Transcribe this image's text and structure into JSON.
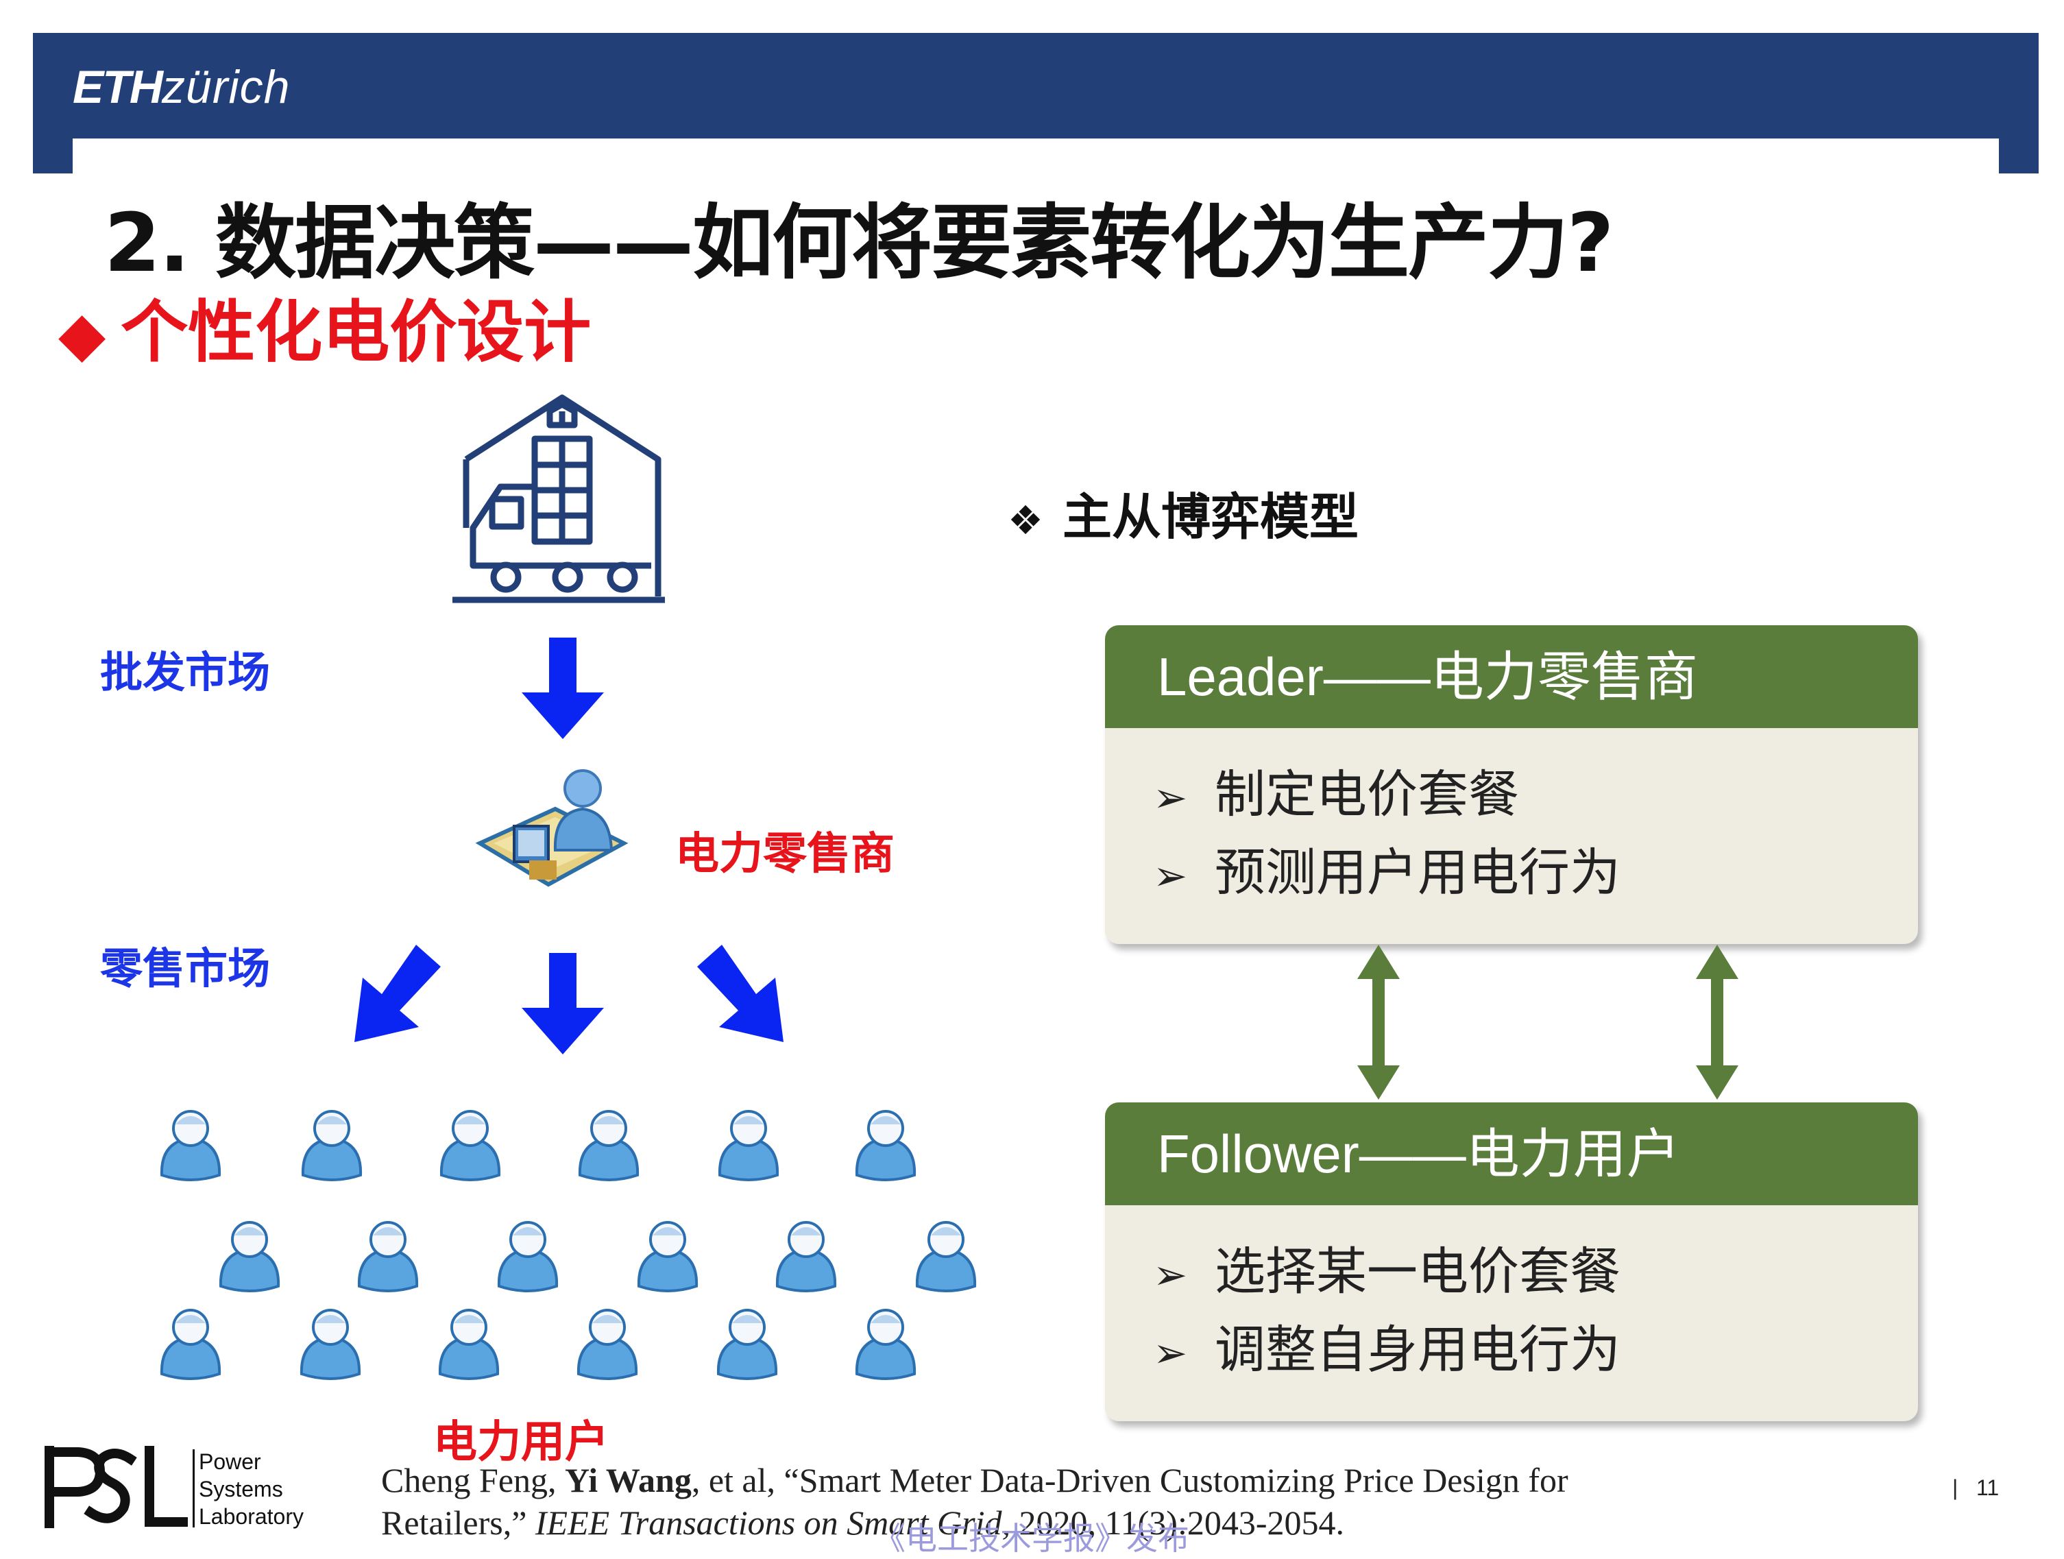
{
  "header": {
    "logo_bold": "ETH",
    "logo_light": "zürich",
    "band_color": "#223f78"
  },
  "slide": {
    "title": "2. 数据决策——如何将要素转化为生产力?",
    "subtitle_marker": "◆",
    "subtitle": "个性化电价设计"
  },
  "diagram": {
    "wholesale_label": "批发市场",
    "retail_market_label": "零售市场",
    "retailer_label": "电力零售商",
    "users_label": "电力用户",
    "arrow_color": "#0a24f2",
    "icons": [
      "warehouse-truck-icon",
      "retailer-desk-icon",
      "user-person-icon"
    ]
  },
  "model": {
    "marker": "❖",
    "title": "主从博弈模型",
    "leader": {
      "header": "Leader——电力零售商",
      "items": [
        "制定电价套餐",
        "预测用户用电行为"
      ]
    },
    "follower": {
      "header": "Follower——电力用户",
      "items": [
        "选择某一电价套餐",
        "调整自身用电行为"
      ]
    },
    "bullet_marker": "➢",
    "accent_color": "#5a7d3c"
  },
  "footer": {
    "lab_logo": "PSL",
    "lab_lines": [
      "Power",
      "Systems",
      "Laboratory"
    ],
    "cite_authors_pre": "Cheng Feng, ",
    "cite_author_bold": "Yi Wang",
    "cite_line1_post": ", et al, “Smart Meter Data-Driven Customizing Price Design for",
    "cite_line2_pre": "Retailers,” ",
    "cite_journal": "IEEE Transactions on Smart Grid",
    "cite_line2_post": ", 2020, 11(3):2043-2054.",
    "page_separator": "|",
    "page_number": "11",
    "watermark": "《电工技术学报》发布"
  }
}
